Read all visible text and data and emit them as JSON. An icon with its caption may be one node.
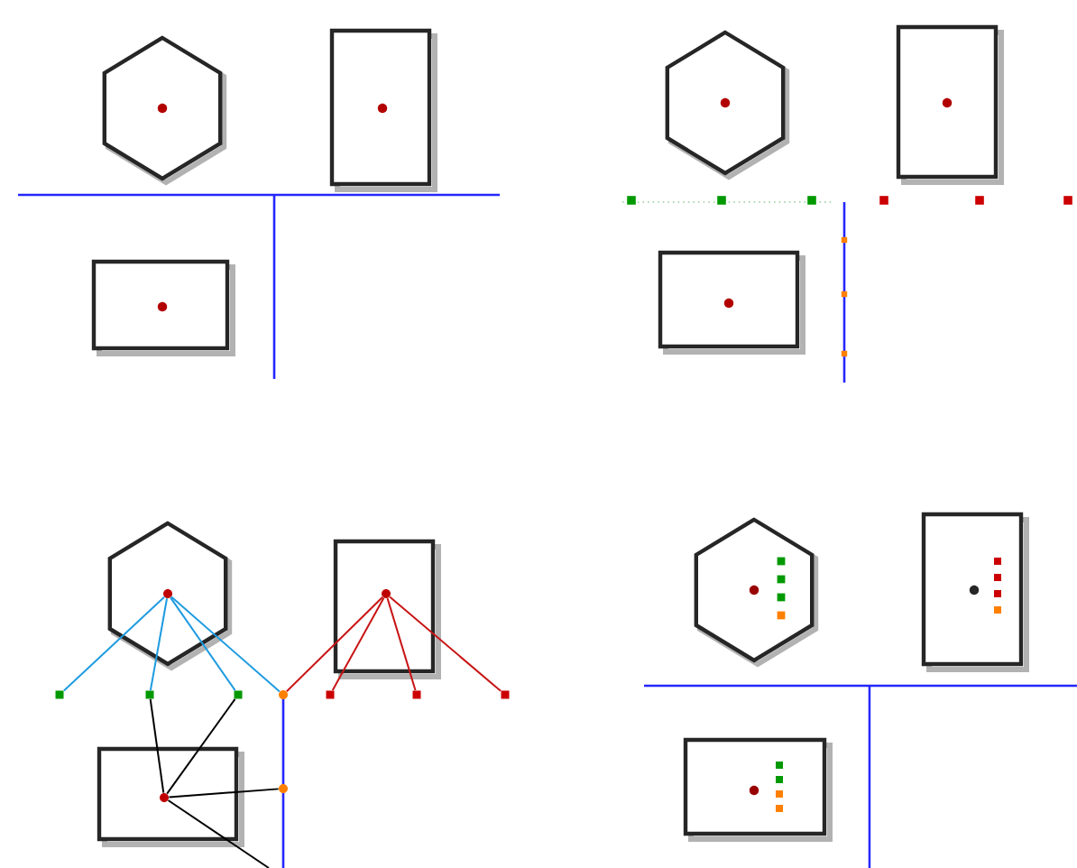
{
  "diagram": {
    "nodes": [
      {
        "text": [],
        "shape": "circle"
      },
      {
        "text": [],
        "shape": "circle"
      },
      {
        "text": [],
        "shape": "circle"
      },
      {
        "text": [],
        "shape": "box"
      },
      {
        "text": [],
        "shape": "box"
      },
      {
        "text": [],
        "shape": "box"
      },
      {
        "text": [],
        "shape": "circle"
      },
      {
        "text": [],
        "shape": "box"
      },
      {
        "text": [],
        "shape": "box"
      },
      {
        "text": [],
        "shape": "box"
      },
      {
        "text": [],
        "shape": "circle"
      }
    ],
    "edges": [
      {
        "from": 0,
        "to": 3,
        "arrow": "none",
        "color": "#1e9be0"
      },
      {
        "from": 0,
        "to": 4,
        "arrow": "none",
        "color": "#1e9be0"
      },
      {
        "from": 0,
        "to": 5,
        "arrow": "none",
        "color": "#1e9be0"
      },
      {
        "from": 0,
        "to": 6,
        "arrow": "none",
        "color": "#1e9be0"
      },
      {
        "from": 1,
        "to": 7,
        "arrow": "none",
        "color": "#c81414"
      },
      {
        "from": 1,
        "to": 8,
        "arrow": "none",
        "color": "#c81414"
      },
      {
        "from": 1,
        "to": 9,
        "arrow": "none",
        "color": "#c81414"
      },
      {
        "from": 1,
        "to": 6,
        "arrow": "none",
        "color": "#c81414"
      },
      {
        "from": 2,
        "to": 4,
        "arrow": "none",
        "color": "#000000"
      },
      {
        "from": 2,
        "to": 5,
        "arrow": "none",
        "color": "#000000"
      },
      {
        "from": 2,
        "to": 10,
        "arrow": "none",
        "color": "#000000"
      },
      {
        "from": 2,
        "to": null,
        "arrow": "none",
        "color": "#000000"
      }
    ]
  }
}
